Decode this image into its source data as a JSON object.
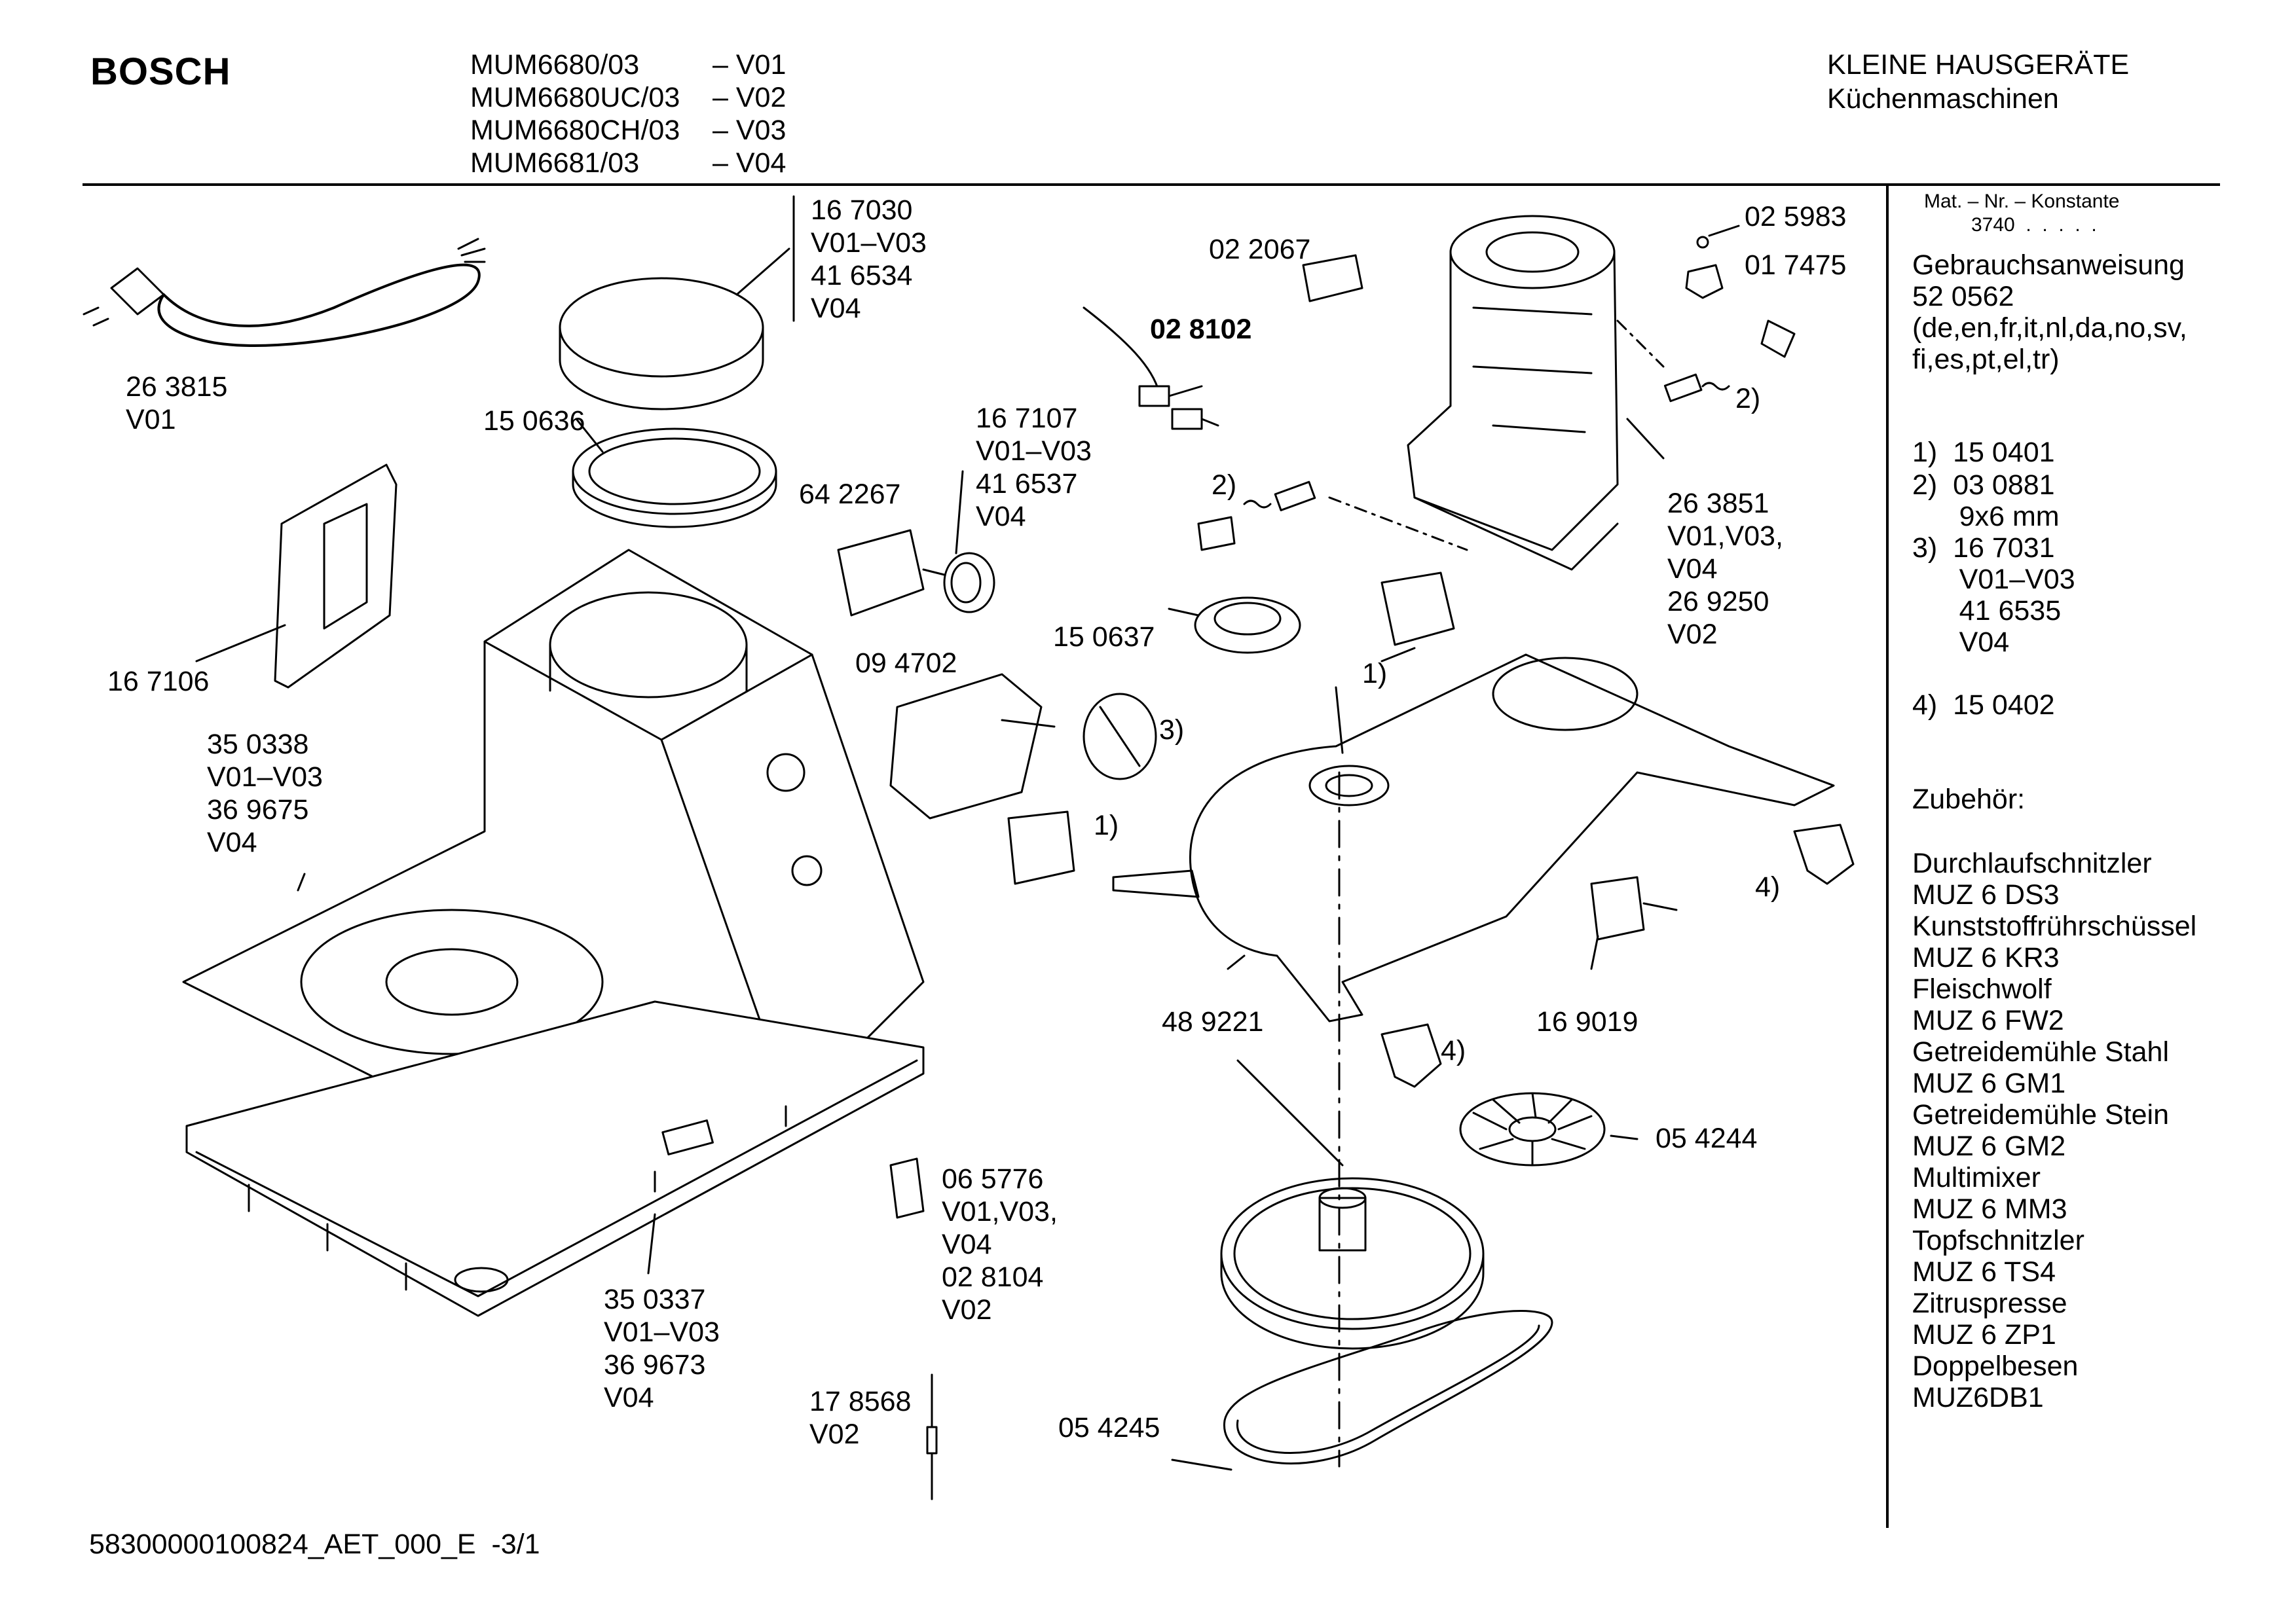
{
  "header": {
    "brand": "BOSCH",
    "models": [
      {
        "model": "MUM6680/03",
        "variant": "– V01"
      },
      {
        "model": "MUM6680UC/03",
        "variant": "– V02"
      },
      {
        "model": "MUM6680CH/03",
        "variant": "– V03"
      },
      {
        "model": "MUM6681/03",
        "variant": "– V04"
      }
    ],
    "category": "KLEINE HAUSGERÄTE",
    "subcategory": "Küchenmaschinen"
  },
  "sidebar": {
    "mat_nr_label": "Mat. – Nr. – Konstante",
    "mat_nr_value": "3740  .  .  .  .  .",
    "manual_title": "Gebrauchsanweisung",
    "manual_number": "52 0562",
    "manual_languages_1": "(de,en,fr,it,nl,da,no,sv,",
    "manual_languages_2": "fi,es,pt,el,tr)",
    "footnotes": [
      "1)  15 0401",
      "2)  03 0881",
      "      9x6 mm",
      "3)  16 7031",
      "      V01–V03",
      "      41 6535",
      "      V04",
      "",
      "4)  15 0402"
    ],
    "accessories_title": "Zubehör:",
    "accessories": [
      "Durchlaufschnitzler",
      "MUZ 6 DS3",
      "Kunststoffrührschüssel",
      "MUZ 6 KR3",
      "Fleischwolf",
      "MUZ 6 FW2",
      "Getreidemühle Stahl",
      "MUZ 6 GM1",
      "Getreidemühle Stein",
      "MUZ 6 GM2",
      "Multimixer",
      "MUZ 6 MM3",
      "Topfschnitzler",
      "MUZ 6 TS4",
      "Zitruspresse",
      "MUZ 6 ZP1",
      "Doppelbesen",
      "MUZ6DB1"
    ]
  },
  "parts": {
    "p263815": "26 3815\nV01",
    "p167030": "16 7030\nV01–V03\n41 6534\nV04",
    "p150636": "15 0636",
    "p167106": "16 7106",
    "p350338": "35 0338\nV01–V03\n36 9675\nV04",
    "p642267": "64 2267",
    "p167107": "16 7107\nV01–V03\n41 6537\nV04",
    "p094702": "09 4702",
    "p022067": "02 2067",
    "p028102": "02 8102",
    "p025983": "02 5983",
    "p017475": "01 7475",
    "p263851": "26 3851\nV01,V03,\nV04\n26 9250\nV02",
    "p150637": "15 0637",
    "p489221": "48 9221",
    "p169019": "16 9019",
    "p054244": "05 4244",
    "p065776": "06 5776\nV01,V03,\nV04\n02 8104\nV02",
    "p350337": "35 0337\nV01–V03\n36 9673\nV04",
    "p178568": "17 8568\nV02",
    "p054245": "05 4245",
    "ref1a": "1)",
    "ref1b": "1)",
    "ref2a": "2)",
    "ref2b": "2)",
    "ref3": "3)",
    "ref4a": "4)",
    "ref4b": "4)"
  },
  "footer": {
    "doc_id": "58300000100824_AET_000_E  -3/1"
  }
}
